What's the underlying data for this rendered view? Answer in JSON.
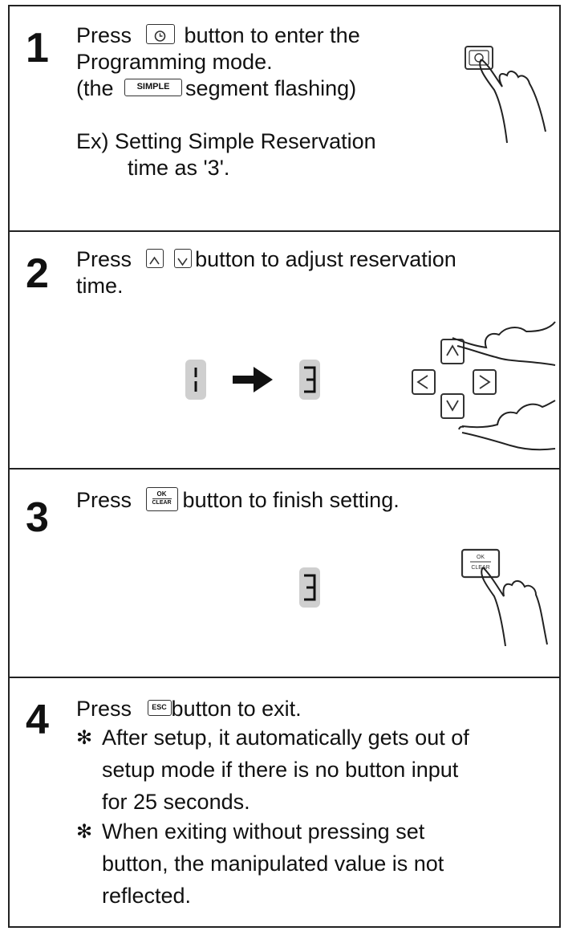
{
  "steps": [
    {
      "number": "1",
      "line1_pre": "Press",
      "line1_post": "button to enter the",
      "line2": "Programming mode.",
      "line3_pre": "(the",
      "simple_label": "SIMPLE",
      "line3_post": "segment flashing)",
      "example_line1": "Ex) Setting Simple Reservation",
      "example_line2": "time as '3'.",
      "icons": [
        "clock-button-icon",
        "hand-pressing-icon"
      ]
    },
    {
      "number": "2",
      "line1_pre": "Press",
      "line1_post": "button to adjust reservation",
      "line2": "time.",
      "display_from": "1",
      "display_to": "3",
      "dpad_up": "^",
      "dpad_down": "v",
      "dpad_left": "<",
      "dpad_right": ">",
      "icons": [
        "up-button-icon",
        "down-button-icon",
        "arrow-right-icon",
        "dpad-icon",
        "hand-pressing-icon"
      ]
    },
    {
      "number": "3",
      "line1_pre": "Press",
      "line1_post": "button to finish setting.",
      "ok_top": "OK",
      "ok_bottom": "CLEAR",
      "display_value": "3",
      "icons": [
        "ok-clear-button-icon",
        "hand-pressing-icon"
      ]
    },
    {
      "number": "4",
      "line1_pre": "Press",
      "esc_label": "ESC",
      "line1_post": "button to exit.",
      "note_symbol": "✻",
      "note1": [
        "After setup, it automatically gets out of",
        "setup mode if there is no button input",
        "for 25 seconds."
      ],
      "note2": [
        "When exiting without pressing set",
        "button, the manipulated value is not",
        "reflected."
      ],
      "icons": [
        "esc-button-icon"
      ]
    }
  ],
  "colors": {
    "text": "#111111",
    "lcd_background": "#cfcfcf",
    "border": "#222222"
  }
}
